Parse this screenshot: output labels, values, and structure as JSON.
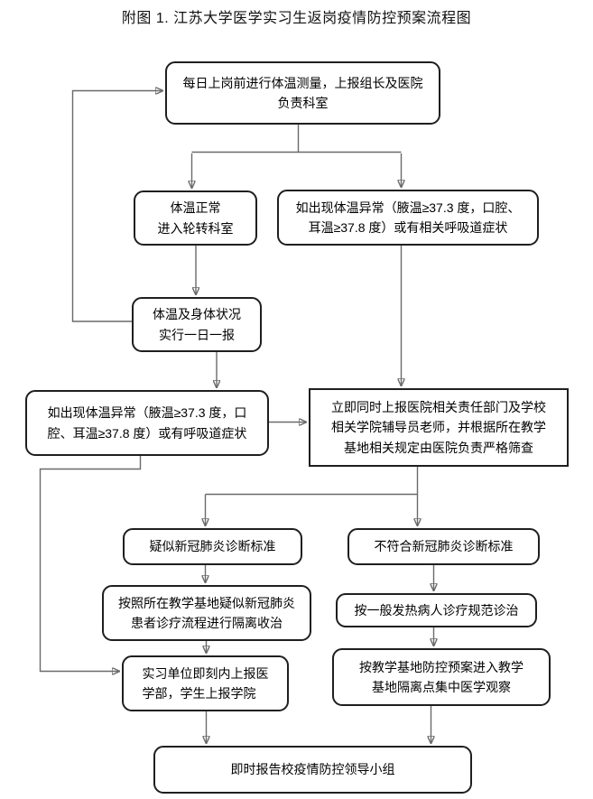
{
  "title": "附图 1. 江苏大学医学实习生返岗疫情防控预案流程图",
  "colors": {
    "background": "#ffffff",
    "box_border": "#1f1f1f",
    "connector_line": "#6a6a6a",
    "arrowhead": "#111111",
    "text": "#000000"
  },
  "nodes": {
    "daily_check": {
      "shape": "rounded",
      "text": "每日上岗前进行体温测量，上报组长及医院\n负责科室"
    },
    "normal": {
      "shape": "rounded",
      "text": "体温正常\n进入轮转科室"
    },
    "abnormal1": {
      "shape": "rounded",
      "text": "如出现体温异常（腋温≥37.3 度，口腔、\n耳温≥37.8 度）或有相关呼吸道症状"
    },
    "report_daily": {
      "shape": "rounded",
      "text": "体温及身体状况\n实行一日一报"
    },
    "abnormal2": {
      "shape": "rounded",
      "text": "如出现体温异常（腋温≥37.3 度，口\n腔、耳温≥37.8 度）或有呼吸道症状"
    },
    "report_immediate": {
      "shape": "rect",
      "text": "立即同时上报医院相关责任部门及学校\n相关学院辅导员老师，并根据所在教学\n基地相关规定由医院负责严格筛查"
    },
    "suspected": {
      "shape": "rounded",
      "text": "疑似新冠肺炎诊断标准"
    },
    "not_meet": {
      "shape": "rounded",
      "text": "不符合新冠肺炎诊断标准"
    },
    "isolation": {
      "shape": "rounded",
      "text": "按照所在教学基地疑似新冠肺炎\n患者诊疗流程进行隔离收治"
    },
    "fever": {
      "shape": "rounded",
      "text": "按一般发热病人诊疗规范诊治"
    },
    "unit_report": {
      "shape": "rounded",
      "text": "实习单位即刻内上报医\n学部，学生上报学院"
    },
    "quarantine": {
      "shape": "rounded",
      "text": "按教学基地防控预案进入教学\n基地隔离点集中医学观察"
    },
    "final": {
      "shape": "rounded",
      "text": "即时报告校疫情防控领导小组"
    }
  },
  "edges": [
    {
      "from": "daily_check",
      "to": "normal"
    },
    {
      "from": "daily_check",
      "to": "abnormal1"
    },
    {
      "from": "normal",
      "to": "report_daily"
    },
    {
      "from": "report_daily",
      "to": "daily_check",
      "type": "feedback-loop"
    },
    {
      "from": "report_daily",
      "to": "abnormal2"
    },
    {
      "from": "abnormal1",
      "to": "report_immediate"
    },
    {
      "from": "abnormal2",
      "to": "report_immediate"
    },
    {
      "from": "abnormal2",
      "to": "unit_report",
      "type": "feedback-loop"
    },
    {
      "from": "report_immediate",
      "to": "suspected"
    },
    {
      "from": "report_immediate",
      "to": "not_meet"
    },
    {
      "from": "suspected",
      "to": "isolation"
    },
    {
      "from": "isolation",
      "to": "unit_report"
    },
    {
      "from": "not_meet",
      "to": "fever"
    },
    {
      "from": "fever",
      "to": "quarantine"
    },
    {
      "from": "unit_report",
      "to": "final"
    },
    {
      "from": "quarantine",
      "to": "final"
    }
  ]
}
